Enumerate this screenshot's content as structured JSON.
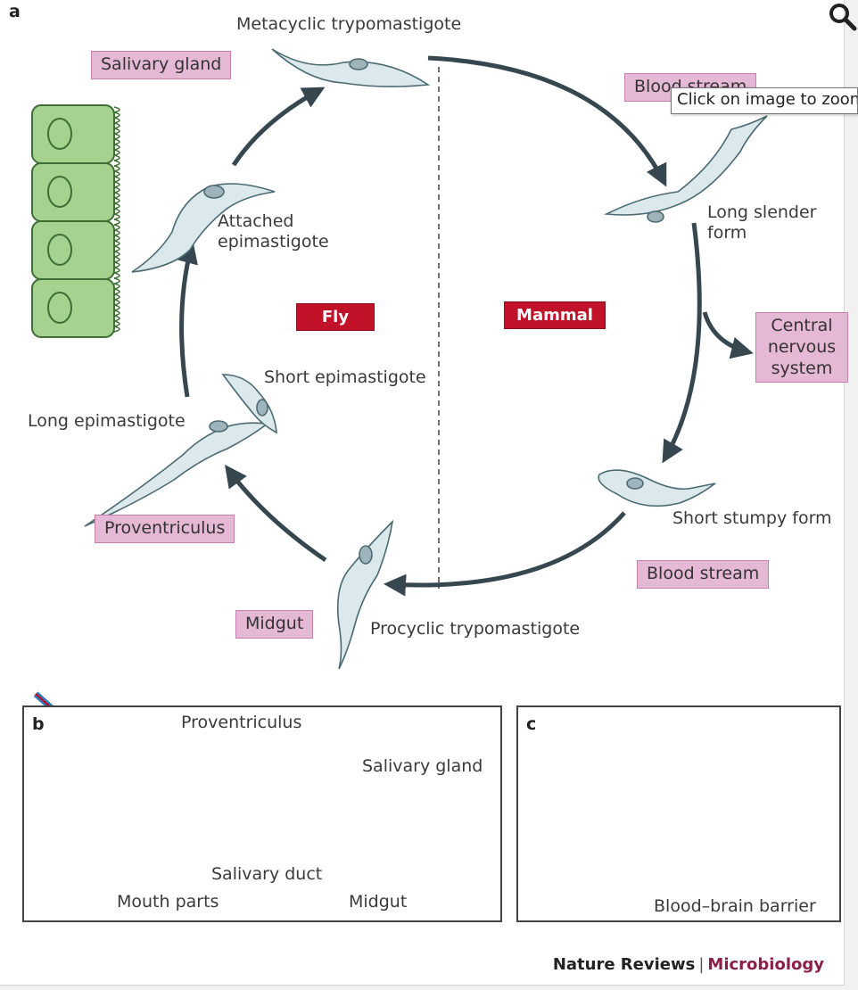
{
  "figure": {
    "panel_a": "a",
    "panel_b": "b",
    "panel_c": "c",
    "stages": {
      "metacyclic": "Metacyclic trypomastigote",
      "long_slender": "Long slender\nform",
      "short_stumpy": "Short stumpy form",
      "procyclic": "Procyclic trypomastigote",
      "long_epi": "Long epimastigote",
      "short_epi": "Short epimastigote",
      "attached_epi": "Attached\nepimastigote"
    },
    "locations": {
      "salivary_gland": "Salivary gland",
      "blood_stream_top": "Blood stream",
      "cns": "Central nervous system",
      "blood_stream_bottom": "Blood stream",
      "midgut": "Midgut",
      "proventriculus": "Proventriculus"
    },
    "hosts": {
      "fly": "Fly",
      "mammal": "Mammal"
    },
    "panel_b_labels": {
      "proventriculus": "Proventriculus",
      "salivary_gland": "Salivary gland",
      "salivary_duct": "Salivary duct",
      "mouth_parts": "Mouth parts",
      "midgut": "Midgut"
    },
    "panel_c_labels": {
      "bbb": "Blood–brain barrier"
    },
    "credit": {
      "journal": "Nature Reviews",
      "separator": "|",
      "subject": "Microbiology"
    }
  },
  "tooltip": {
    "text": "Click on image to zoom"
  },
  "colors": {
    "pink_box": "#e5b8d5",
    "red_box": "#c1122a",
    "arrow": "#37474f",
    "cell_green": "#a5d38f",
    "parasite": "#dce9ec",
    "blood_vessel": "#e8735a",
    "route_red": "#b3132d",
    "route_blue": "#2e7fc1"
  },
  "icons": {
    "zoom": "magnifier-icon"
  }
}
